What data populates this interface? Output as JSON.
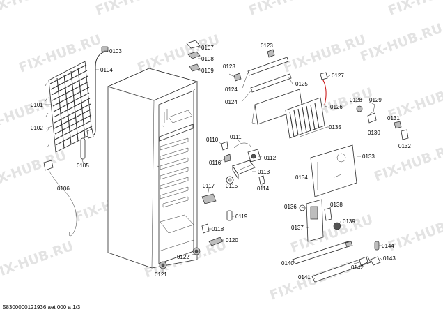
{
  "watermark": "FIX-HUB.RU",
  "footer": "58300000121936 aet 000 a 1/3",
  "labels": {
    "p0101": "0101",
    "p0102": "0102",
    "p0103": "0103",
    "p0104": "0104",
    "p0105": "0105",
    "p0106": "0106",
    "p0107": "0107",
    "p0108": "0108",
    "p0109": "0109",
    "p0110": "0110",
    "p0111": "0111",
    "p0112": "0112",
    "p0113": "0113",
    "p0114": "0114",
    "p0115": "0115",
    "p0116": "0116",
    "p0117": "0117",
    "p0118": "0118",
    "p0119": "0119",
    "p0120": "0120",
    "p0121": "0121",
    "p0122": "0122",
    "p0123a": "0123",
    "p0123b": "0123",
    "p0124a": "0124",
    "p0124b": "0124",
    "p0125": "0125",
    "p0126": "0126",
    "p0127": "0127",
    "p0128": "0128",
    "p0129": "0129",
    "p0130": "0130",
    "p0131": "0131",
    "p0132": "0132",
    "p0133": "0133",
    "p0134": "0134",
    "p0135": "0135",
    "p0136": "0136",
    "p0137": "0137",
    "p0138": "0138",
    "p0139": "0139",
    "p0140": "0140",
    "p0141": "0141",
    "p0142": "0142",
    "p0143": "0143",
    "p0144": "0144"
  }
}
